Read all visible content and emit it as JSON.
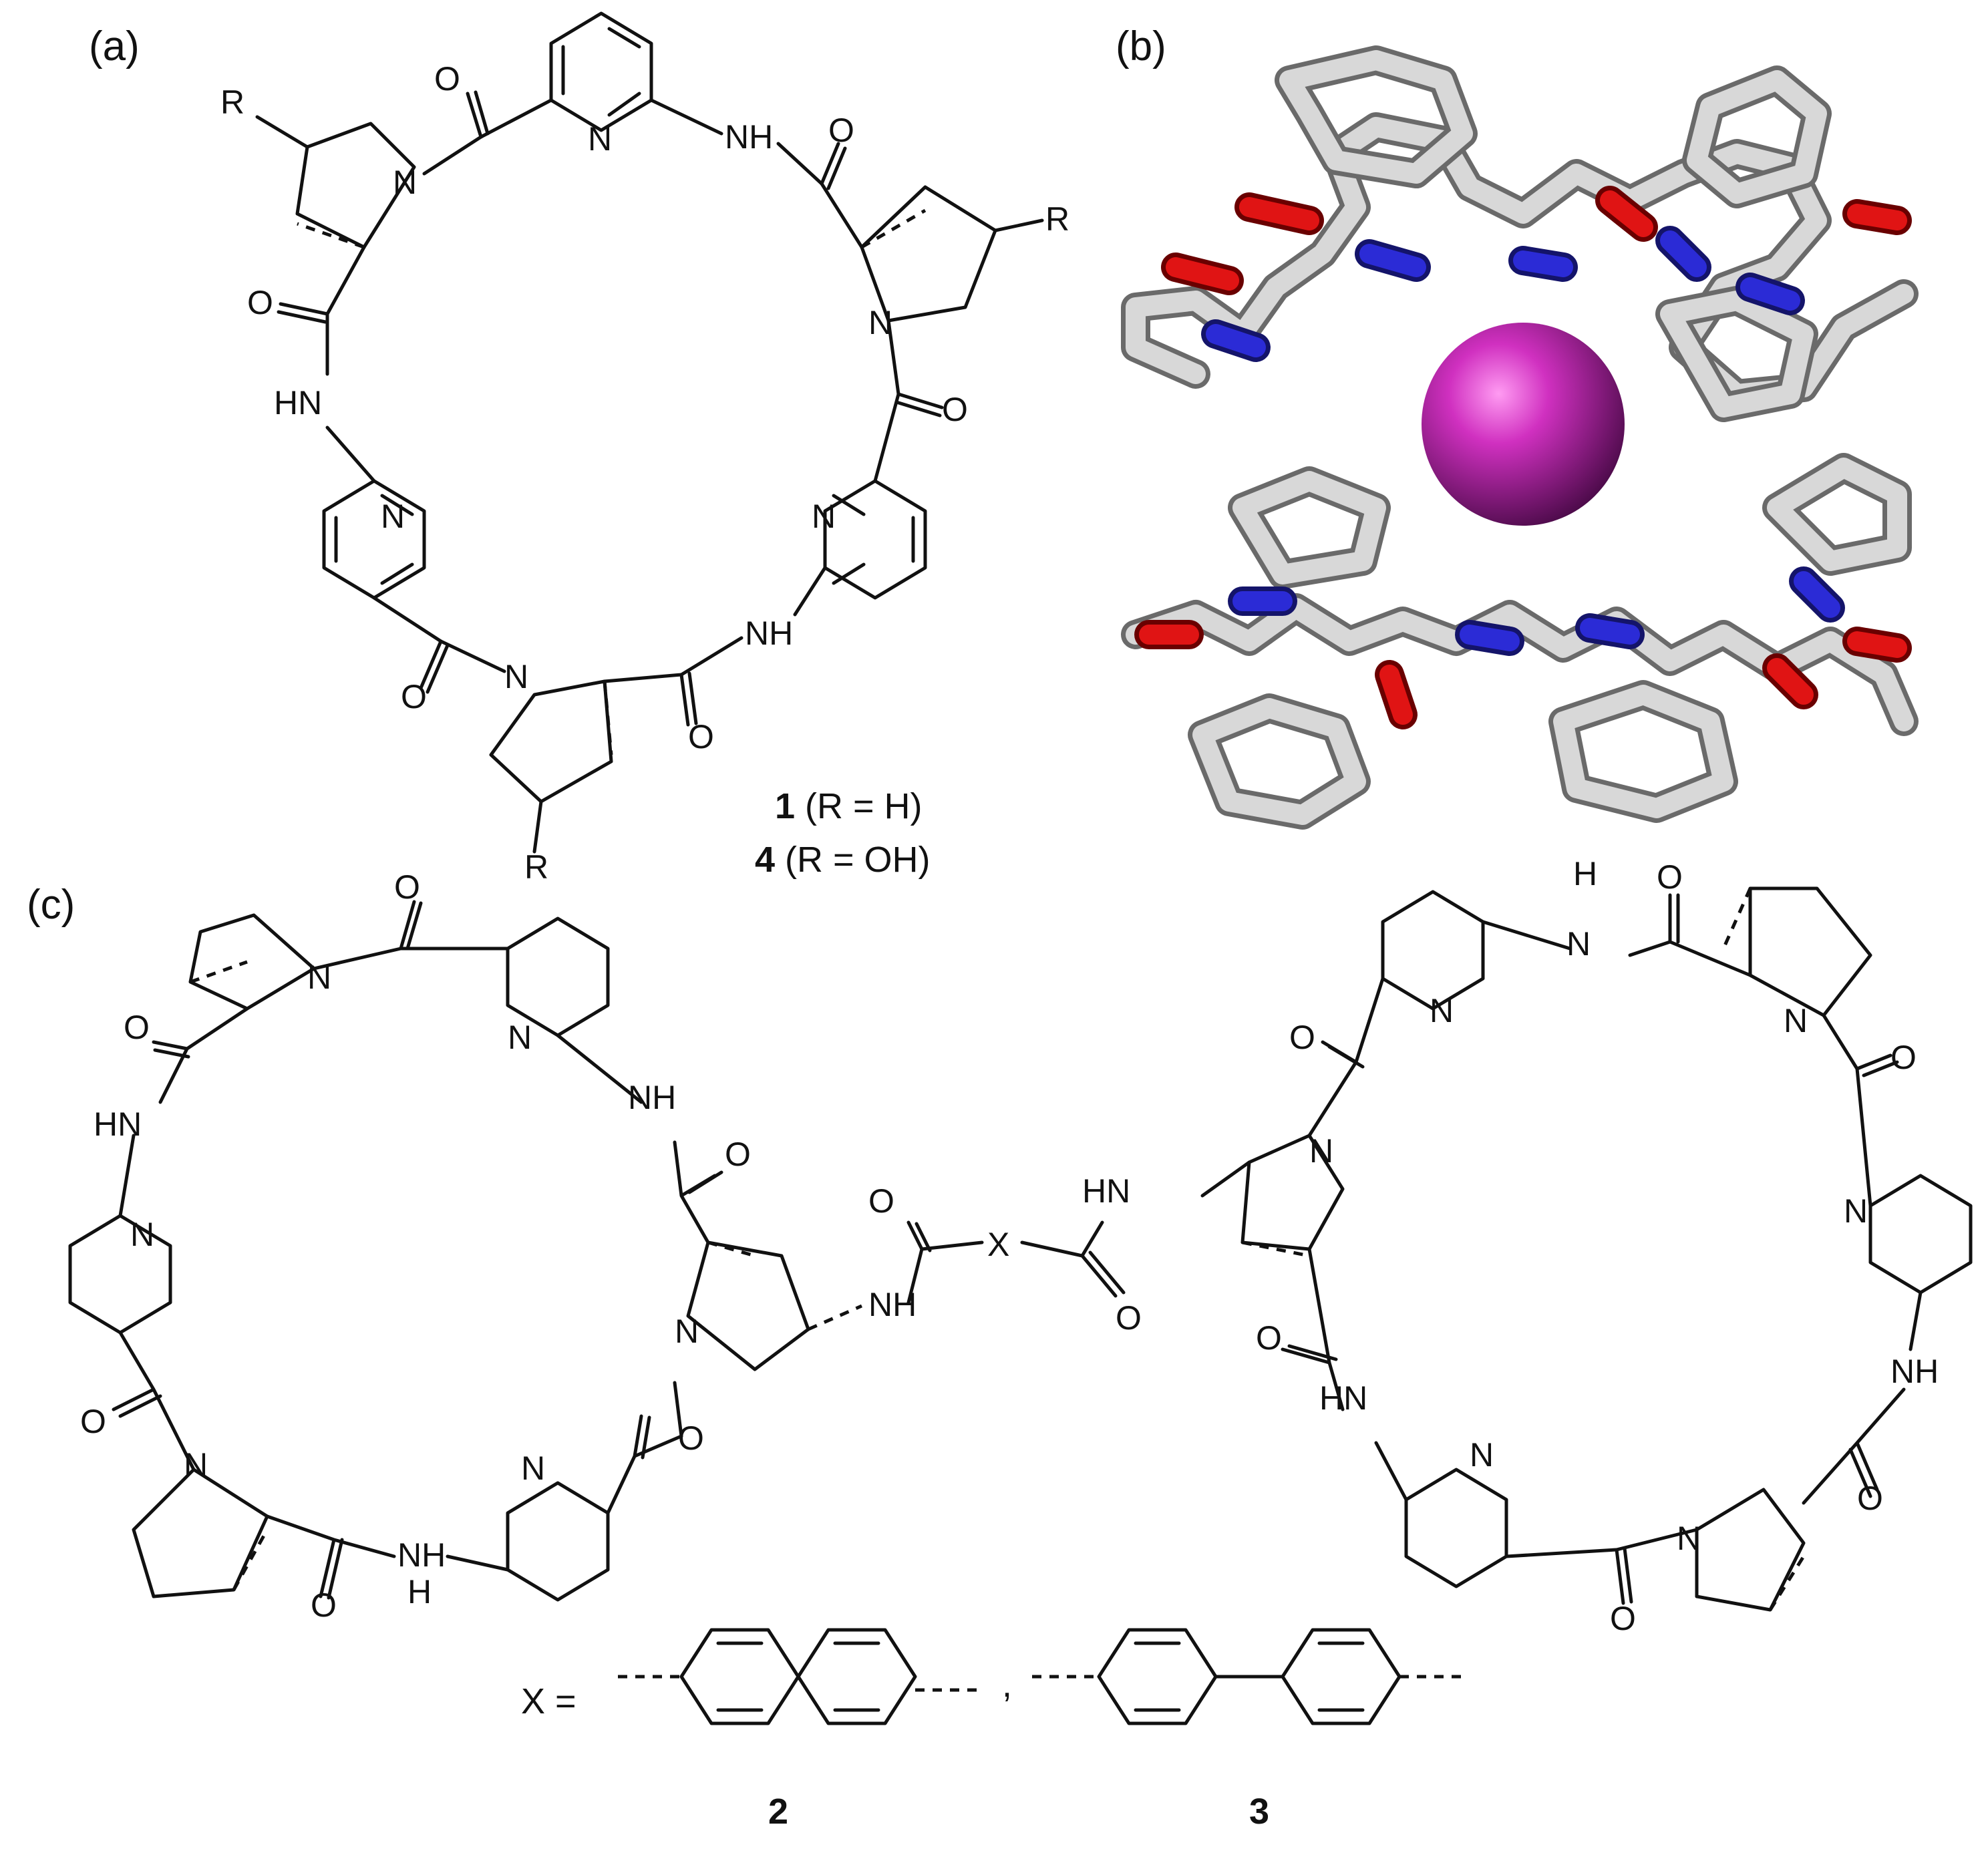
{
  "panels": {
    "a": {
      "label": "(a)"
    },
    "b": {
      "label": "(b)"
    },
    "c": {
      "label": "(c)"
    }
  },
  "atoms": {
    "N": "N",
    "NH": "NH",
    "HN": "HN",
    "H": "H",
    "O": "O",
    "R": "R",
    "X": "X"
  },
  "compounds": {
    "c1_id": "1",
    "c1_desc": "(R = H)",
    "c4_id": "4",
    "c4_desc": "(R = OH)",
    "x_eq": "X =",
    "x_sep": ",",
    "c2_id": "2",
    "c3_id": "3"
  },
  "colors": {
    "carbon": "#c8c8c8",
    "nitrogen": "#2b2bd6",
    "oxygen": "#e01414",
    "hydrogen": "#f2f2f2",
    "ion": "#c020b0"
  }
}
